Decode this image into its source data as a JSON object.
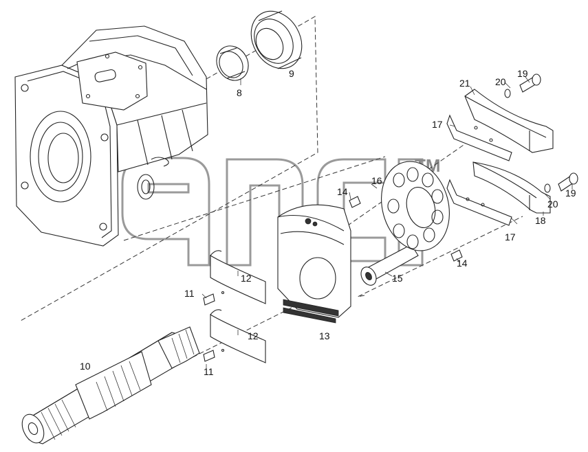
{
  "watermark": {
    "trademark": "TM"
  },
  "callouts": [
    {
      "id": "c8",
      "label": "8"
    },
    {
      "id": "c9",
      "label": "9"
    },
    {
      "id": "c10",
      "label": "10"
    },
    {
      "id": "c11a",
      "label": "11"
    },
    {
      "id": "c11b",
      "label": "11"
    },
    {
      "id": "c12a",
      "label": "12"
    },
    {
      "id": "c12b",
      "label": "12"
    },
    {
      "id": "c13",
      "label": "13"
    },
    {
      "id": "c14a",
      "label": "14"
    },
    {
      "id": "c14b",
      "label": "14"
    },
    {
      "id": "c15",
      "label": "15"
    },
    {
      "id": "c16",
      "label": "16"
    },
    {
      "id": "c17a",
      "label": "17"
    },
    {
      "id": "c17b",
      "label": "17"
    },
    {
      "id": "c18",
      "label": "18"
    },
    {
      "id": "c19a",
      "label": "19"
    },
    {
      "id": "c19b",
      "label": "19"
    },
    {
      "id": "c20a",
      "label": "20"
    },
    {
      "id": "c20b",
      "label": "20"
    },
    {
      "id": "c21",
      "label": "21"
    }
  ]
}
